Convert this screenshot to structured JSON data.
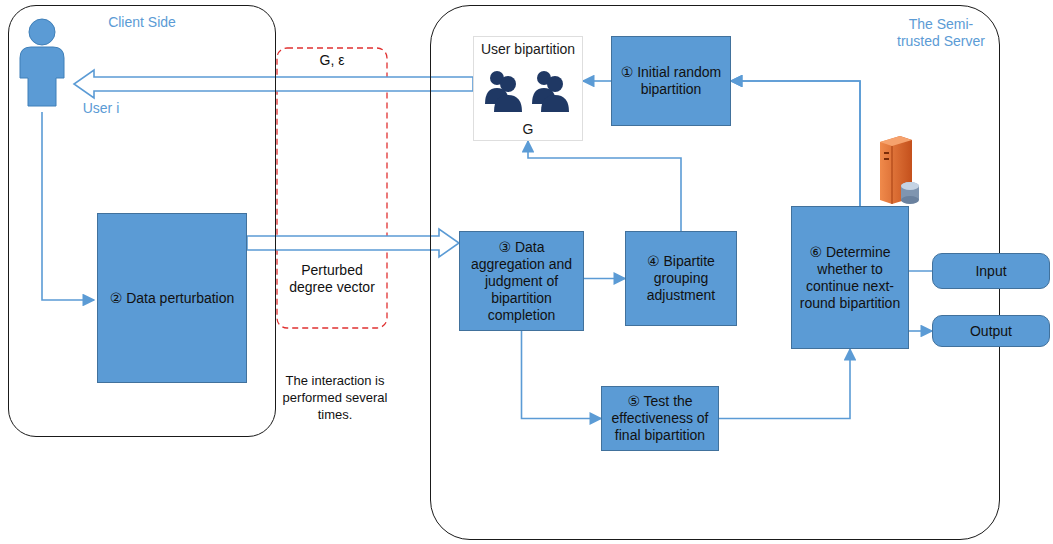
{
  "diagram": {
    "nodes": [
      {
        "text": [
          "Client Side"
        ]
      },
      {
        "text": [
          "The Semi-trusted Server"
        ]
      },
      {
        "text": [
          "User bipartition",
          "G"
        ],
        "in": 1
      },
      {
        "text": [
          "① Initial random bipartition"
        ],
        "in": 1
      },
      {
        "text": [
          "Input"
        ]
      },
      {
        "text": [
          "② Data perturbation"
        ],
        "in": 0
      },
      {
        "text": [
          "③ Data aggregation and judgment of bipartition completion"
        ],
        "in": 1
      },
      {
        "text": [
          "④ Bipartite grouping adjustment"
        ],
        "in": 1
      },
      {
        "text": [
          "⑥ Determine whether to continue next-round bipartition"
        ],
        "in": 1
      },
      {
        "text": [
          "Output"
        ]
      },
      {
        "text": [
          "⑤ Test the effectiveness of final bipartition"
        ],
        "in": 1
      }
    ],
    "edges": [
      {
        "from": 2,
        "to": 0,
        "arrow": "to",
        "label": "G, ε"
      },
      {
        "from": 5,
        "to": 6,
        "arrow": "to",
        "label": "Perturbed degree vector"
      },
      {
        "from": 3,
        "to": 2,
        "arrow": "to"
      },
      {
        "from": 6,
        "to": 7,
        "arrow": "to"
      },
      {
        "from": 7,
        "to": 2,
        "arrow": "to"
      },
      {
        "from": 6,
        "to": 10,
        "arrow": "to"
      },
      {
        "from": 10,
        "to": 8,
        "arrow": "to"
      },
      {
        "from": 8,
        "to": 3,
        "arrow": "to"
      },
      {
        "from": 4,
        "to": 3,
        "arrow": "to"
      },
      {
        "from": 8,
        "to": 9,
        "arrow": "to"
      }
    ],
    "labels": [
      "User i",
      "The interaction is performed several times."
    ]
  }
}
